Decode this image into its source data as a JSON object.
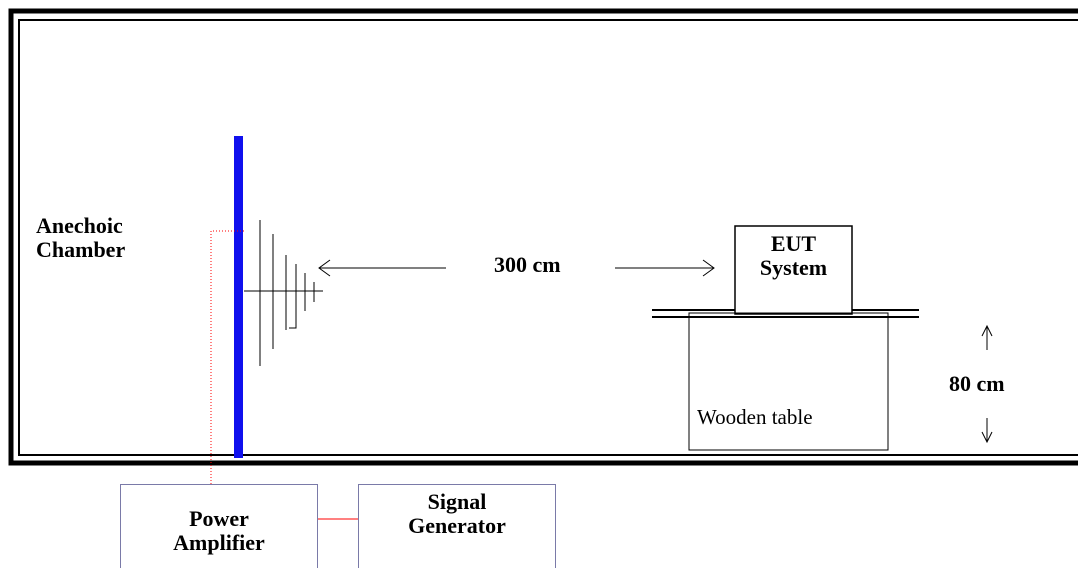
{
  "chamber": {
    "line1": "Anechoic",
    "line2": "Chamber"
  },
  "distance": {
    "label": "300 cm"
  },
  "eut": {
    "line1": "EUT",
    "line2": "System"
  },
  "table": {
    "label": "Wooden table"
  },
  "height": {
    "label": "80 cm"
  },
  "amplifier": {
    "line1": "Power",
    "line2": "Amplifier"
  },
  "generator": {
    "line1": "Signal",
    "line2": "Generator"
  },
  "colors": {
    "wall": "#000000",
    "absorber": "#1010ee",
    "cable": "#ff0000",
    "box_border": "#7a7aa8"
  }
}
